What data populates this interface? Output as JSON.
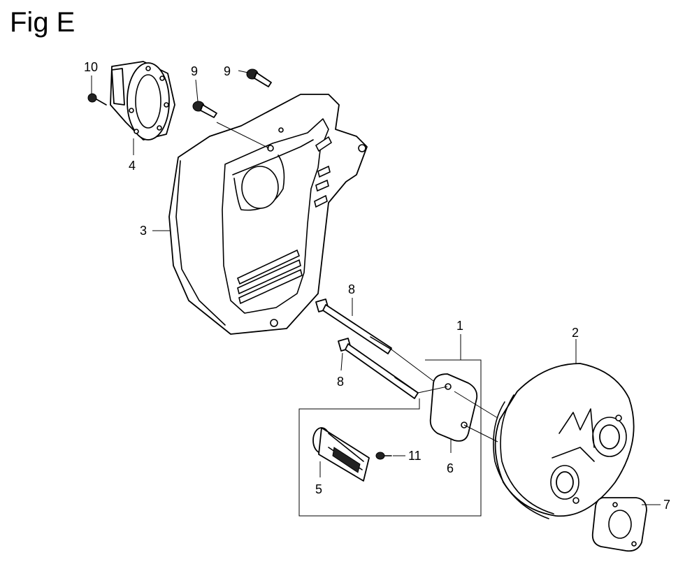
{
  "figure": {
    "title": "Fig E"
  },
  "callouts": {
    "c1": "1",
    "c2": "2",
    "c3": "3",
    "c4": "4",
    "c5": "5",
    "c6": "6",
    "c7": "7",
    "c8a": "8",
    "c8b": "8",
    "c9a": "9",
    "c9b": "9",
    "c10": "10",
    "c11": "11"
  }
}
